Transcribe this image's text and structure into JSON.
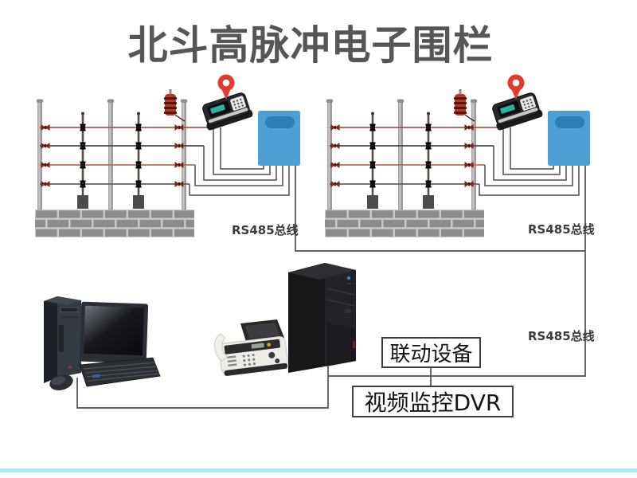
{
  "title": "北斗高脉冲电子围栏",
  "labels": {
    "rs485_left": "RS485总线",
    "rs485_right": "RS485总线",
    "rs485_bottom": "RS485总线",
    "linkage_device": "联动设备",
    "video_dvr": "视频监控DVR"
  },
  "icons": {
    "location_pin": "location-pin",
    "surge_arrester": "surge-arrester",
    "keypad_controller": "keypad-controller",
    "controller_host": "controller-host-box",
    "electric_fence": "electric-fence-section",
    "workstation": "monitoring-computer",
    "fax": "fax-alarm-machine",
    "server": "server-tower"
  },
  "colors": {
    "title": "#56565a",
    "controller_box": "#4f9fd7",
    "controller_box_slot": "#2d7db7",
    "hot_wire": "#a25a4a",
    "hot_wire_light": "#b3705f",
    "ground_wire": "#474747",
    "connection_line": "#4f4f4f",
    "brick": "#8c8c8c",
    "mortar": "#c9c9c9",
    "insulator_red": "#7d241a",
    "arrester_red": "#b03a2a",
    "location_pin": "#e23b2e",
    "footer_bar": "#a6edf0"
  }
}
